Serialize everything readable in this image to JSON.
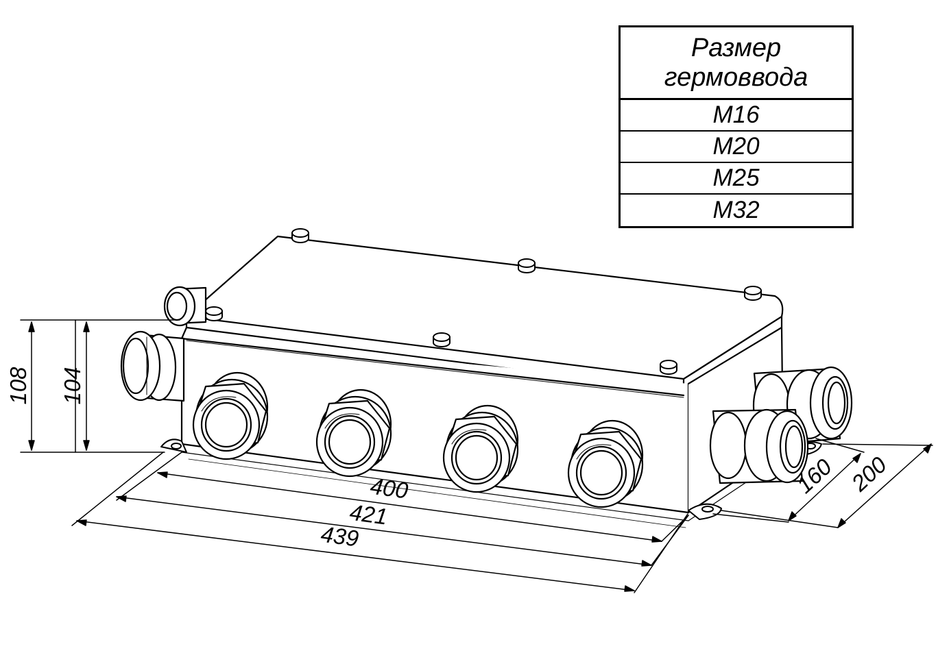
{
  "table": {
    "header_line1": "Размер",
    "header_line2": "гермоввода",
    "rows": [
      "M16",
      "M20",
      "M25",
      "M32"
    ]
  },
  "dimensions": {
    "height_outer": "108",
    "height_inner": "104",
    "length_400": "400",
    "length_421": "421",
    "length_439": "439",
    "depth_160": "160",
    "depth_200": "200"
  },
  "colors": {
    "line": "#000000",
    "background": "#ffffff"
  }
}
